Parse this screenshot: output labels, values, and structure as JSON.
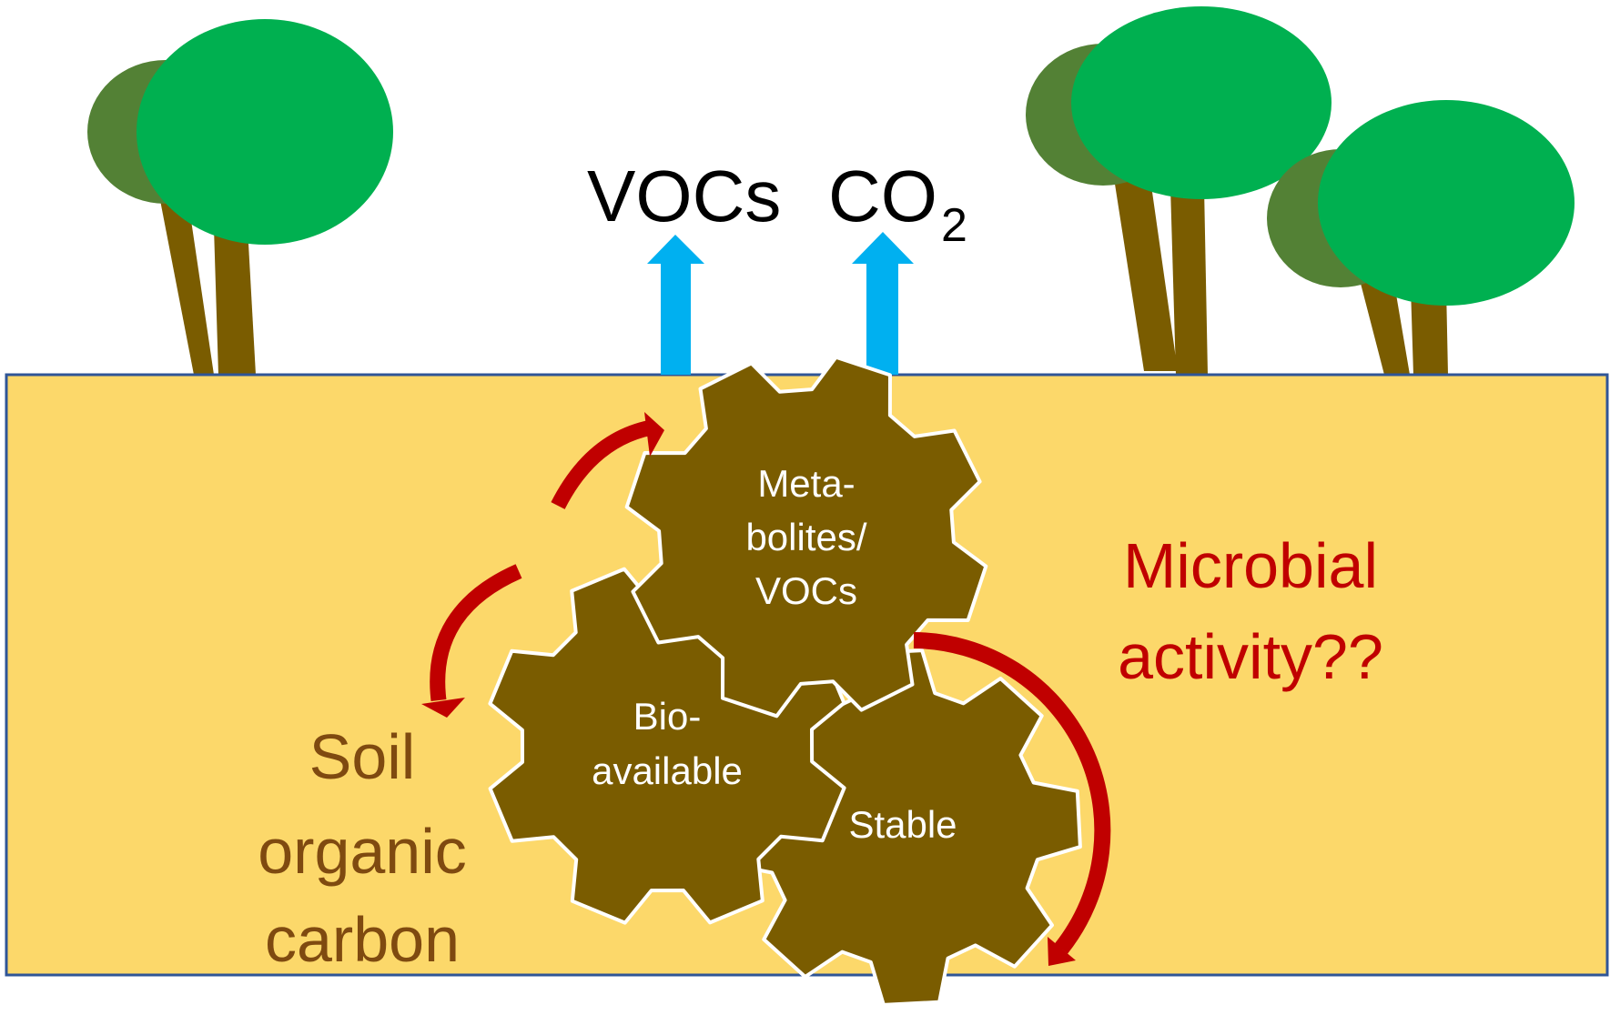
{
  "colors": {
    "soil": "#fcd86a",
    "soil_border": "#2f5597",
    "gear": "#7a5c00",
    "trunk": "#7a5c00",
    "canopy_front": "#00b050",
    "canopy_back": "#538135",
    "flux_arrow": "#00b0f0",
    "cycle_arrow": "#c00000",
    "soil_label": "#7f4a10",
    "microbial_label": "#c00000"
  },
  "gases": {
    "vocs": "VOCs",
    "co2_base": "CO",
    "co2_sub": "2"
  },
  "gears": {
    "metabolites": [
      "Meta-",
      "bolites/",
      "VOCs"
    ],
    "bioavailable": [
      "Bio-",
      "available"
    ],
    "stable": [
      "Stable"
    ]
  },
  "soil_label": [
    "Soil",
    "organic",
    "carbon"
  ],
  "microbial_label": [
    "Microbial",
    "activity??"
  ]
}
